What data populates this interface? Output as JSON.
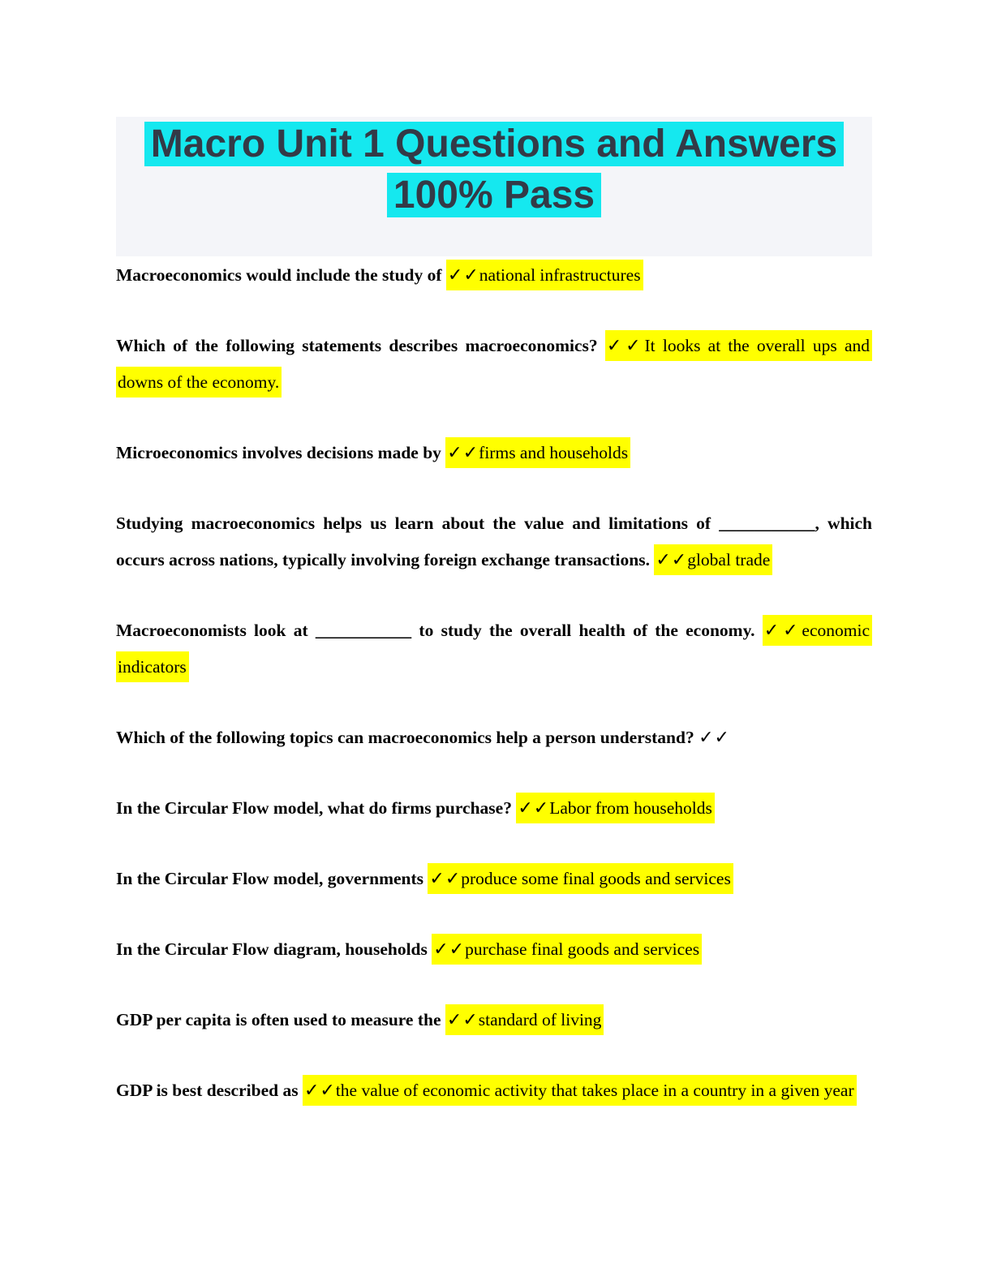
{
  "page": {
    "title_full": "Macro Unit 1 Questions and Answers 100% Pass",
    "title_line1": "Macro Unit 1 Questions and Answers",
    "title_line2": "100% Pass",
    "marker": "✓✓",
    "colors": {
      "title_highlight_cyan": "#15E8EF",
      "answer_highlight_yellow": "#FFFF00",
      "header_background": "#F4F5F9",
      "title_text": "#333A47",
      "body_text": "#000000"
    }
  },
  "qa": {
    "items": [
      {
        "question": "Macroeconomics would include the study of",
        "answer": "national infrastructures"
      },
      {
        "question": "Which of the following statements describes macroeconomics?",
        "answer": "It looks at the overall ups and downs of the economy."
      },
      {
        "question": "Microeconomics involves decisions made by",
        "answer": "firms and households"
      },
      {
        "question": "Studying macroeconomics helps us learn about the value and limitations of ___________, which occurs across nations, typically involving foreign exchange transactions.",
        "answer": "global trade"
      },
      {
        "question": "Macroeconomists look at ___________ to study the overall health of the economy.",
        "answer": "economic indicators"
      },
      {
        "question": "Which of the following topics can macroeconomics help a person understand?",
        "answer": ""
      },
      {
        "question": "In the Circular Flow model, what do firms purchase?",
        "answer": "Labor from households"
      },
      {
        "question": "In the Circular Flow model, governments",
        "answer": "produce some final goods and services"
      },
      {
        "question": "In the Circular Flow diagram, households",
        "answer": "purchase final goods and services"
      },
      {
        "question": "GDP per capita is often used to measure the",
        "answer": "standard of living"
      },
      {
        "question": "GDP is best described as",
        "answer": "the value of economic activity that takes place in a country in a given year"
      }
    ]
  }
}
